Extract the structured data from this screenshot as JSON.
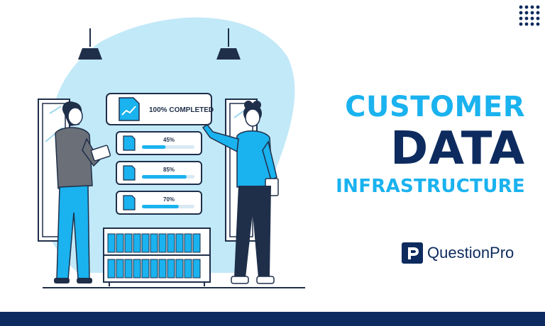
{
  "title": {
    "line1": "CUSTOMER",
    "line2": "DATA",
    "line3": "INFRASTRUCTURE"
  },
  "brand": {
    "name": "QuestionPro",
    "logo_icon": "questionpro-logo-icon"
  },
  "progress_cards": {
    "main_label": "100% COMPLETED",
    "items": [
      {
        "label": "45%",
        "value": 0.45
      },
      {
        "label": "85%",
        "value": 0.85
      },
      {
        "label": "70%",
        "value": 0.7
      }
    ]
  },
  "colors": {
    "primary_blue": "#1ab2ef",
    "navy": "#0d2b5e",
    "blob": "#c2e9f8",
    "bar_track": "#d8e9f2",
    "bar_fill": "#1ab2ef"
  }
}
